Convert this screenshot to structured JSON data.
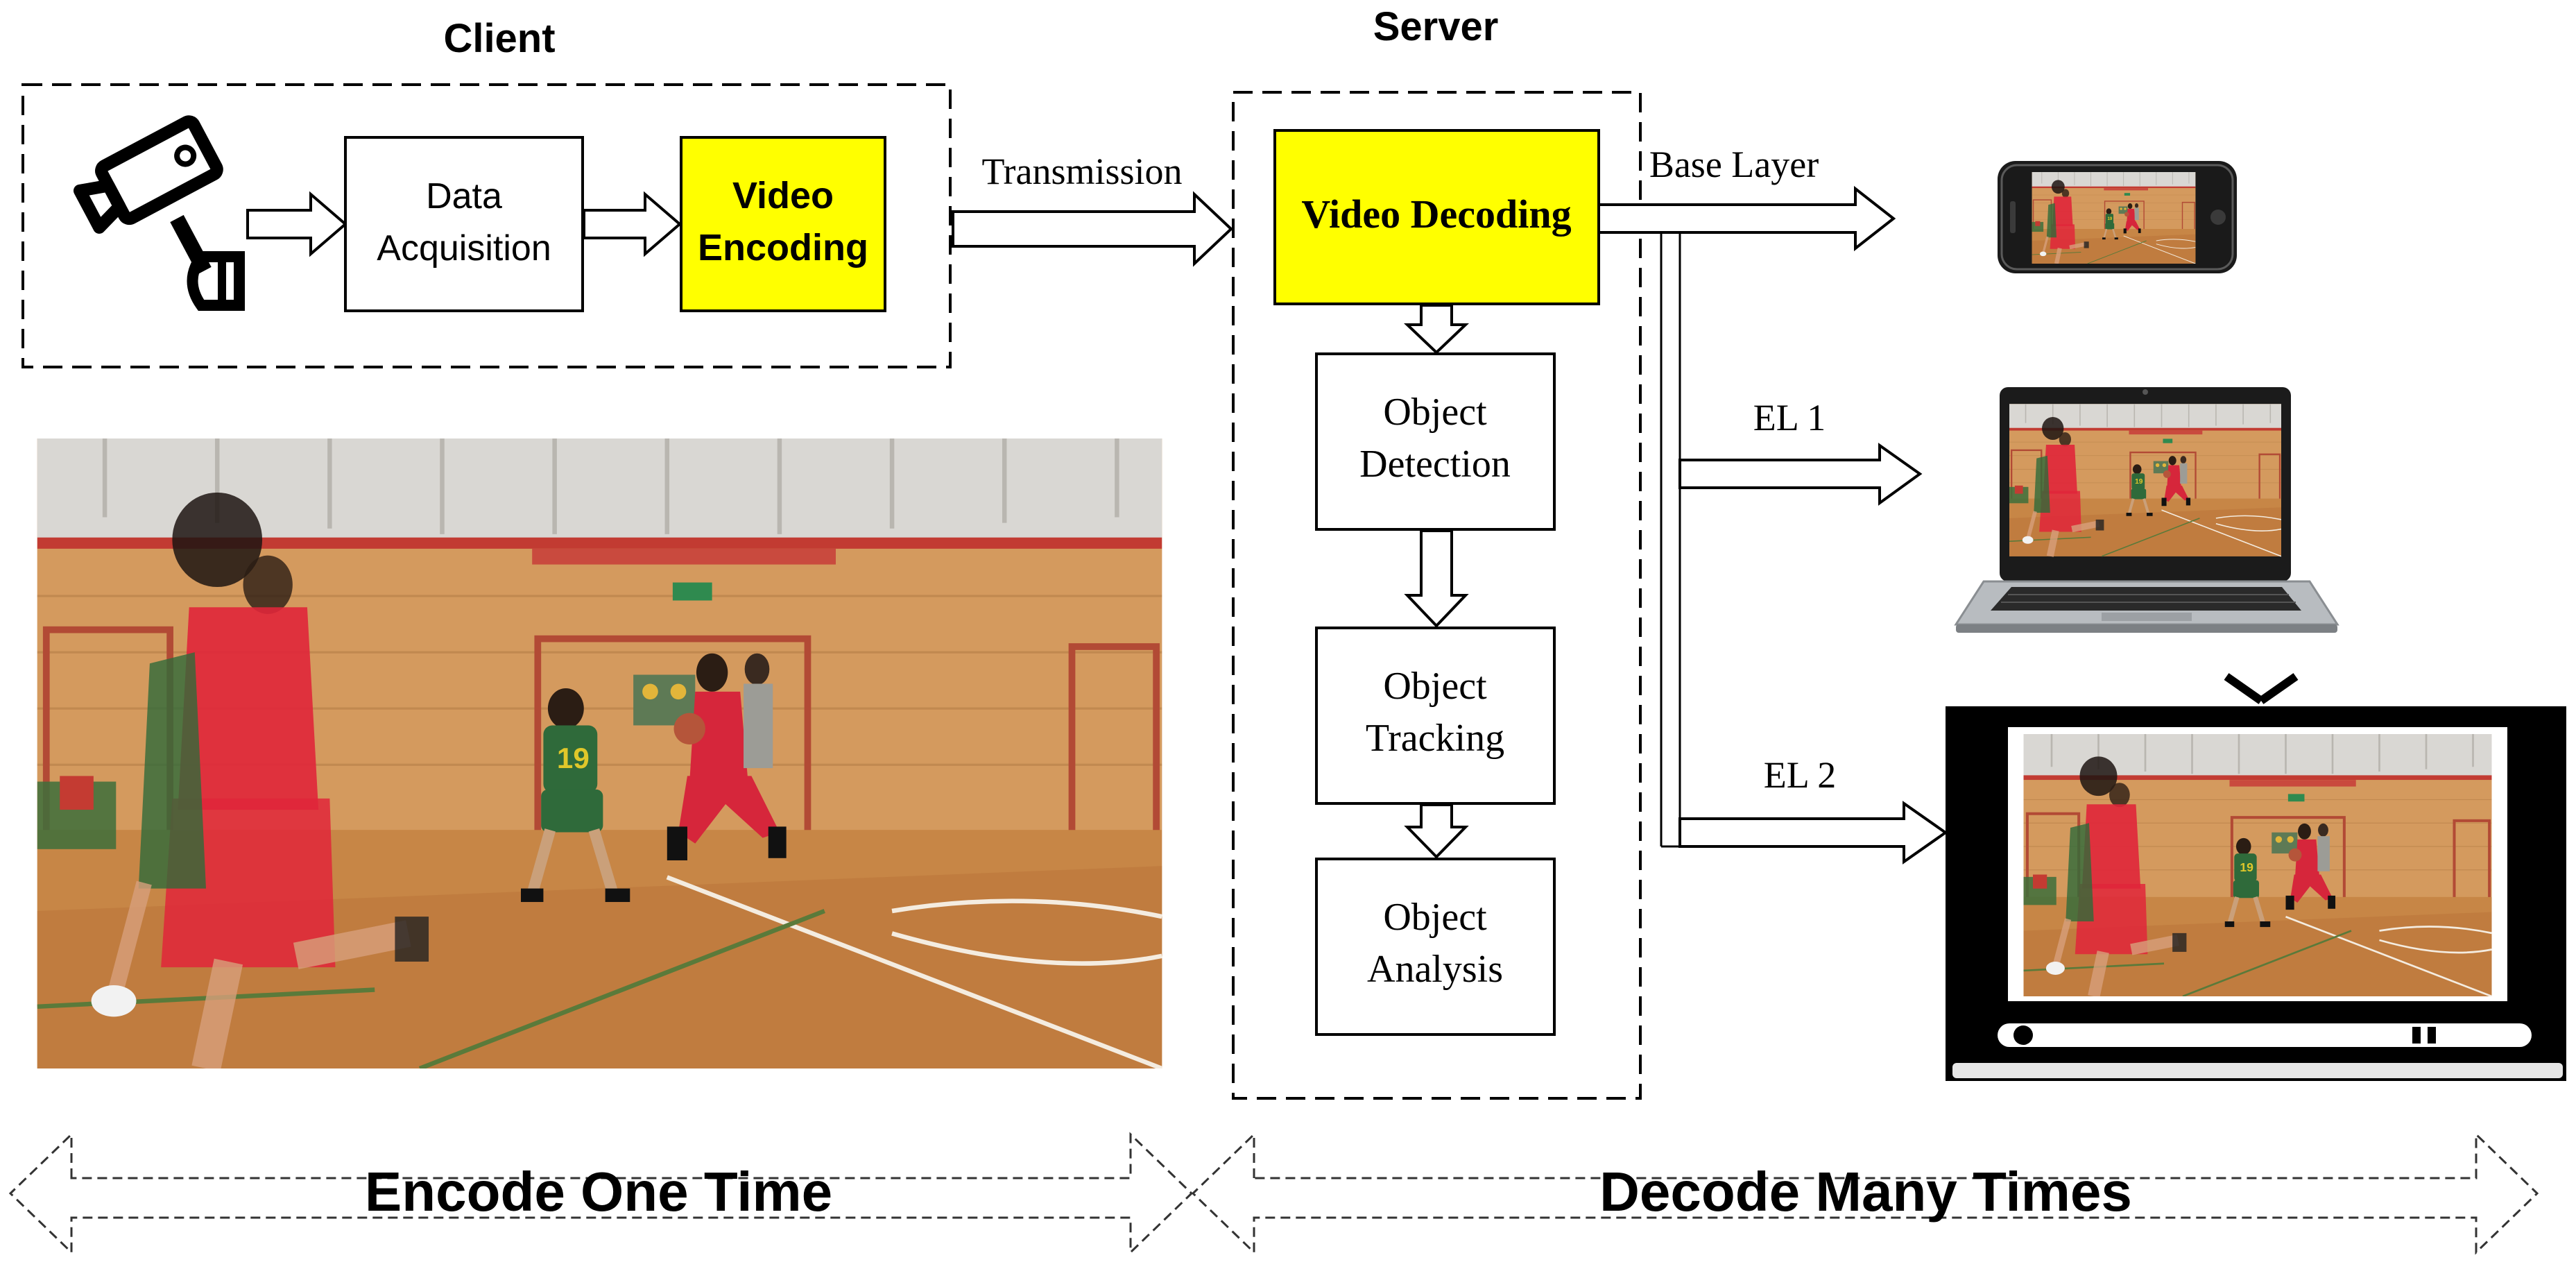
{
  "client": {
    "title": "Client",
    "data_acquisition_line1": "Data",
    "data_acquisition_line2": "Acquisition",
    "video_encoding_line1": "Video",
    "video_encoding_line2": "Encoding",
    "camera_icon": "cctv-camera-icon"
  },
  "transmission_label": "Transmission",
  "server": {
    "title": "Server",
    "video_decoding": "Video Decoding",
    "object_detection_line1": "Object",
    "object_detection_line2": "Detection",
    "object_tracking_line1": "Object",
    "object_tracking_line2": "Tracking",
    "object_analysis_line1": "Object",
    "object_analysis_line2": "Analysis"
  },
  "outputs": {
    "base_layer": "Base Layer",
    "el1": "EL 1",
    "el2": "EL 2",
    "phone_icon": "smartphone-icon",
    "laptop_icon": "laptop-icon",
    "tv_icon": "television-icon",
    "basketball_photo": "basketball-game-photo"
  },
  "bottom": {
    "encode": "Encode One Time",
    "decode": "Decode Many Times"
  },
  "colors": {
    "highlight": "#ffff00",
    "stroke": "#000000"
  }
}
